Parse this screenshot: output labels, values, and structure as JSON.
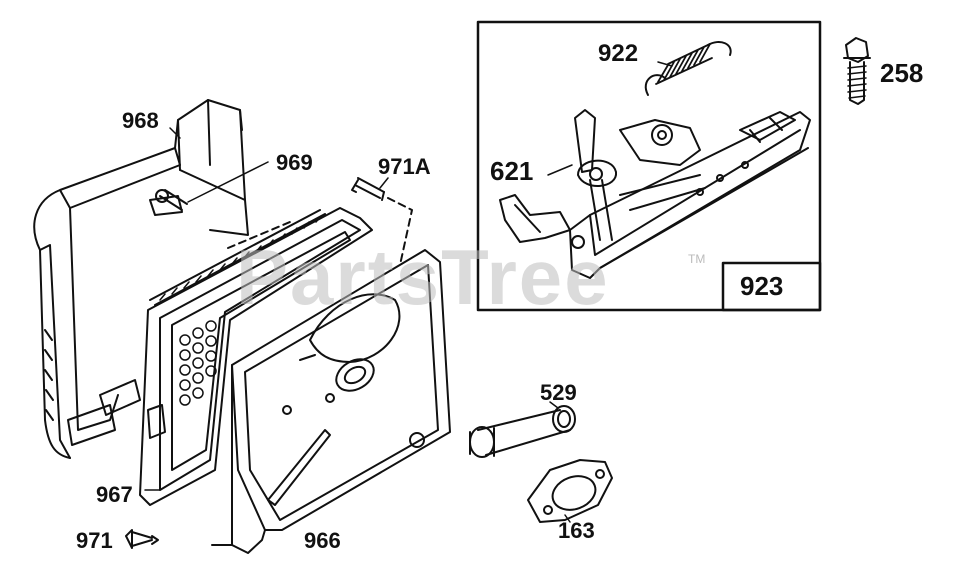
{
  "colors": {
    "ink": "#111111",
    "paper": "#ffffff",
    "watermark": "#bebebe"
  },
  "watermark": {
    "text": "PartsTree",
    "trademark": "TM"
  },
  "inset": {
    "box_label": "923"
  },
  "parts": [
    {
      "id": "p968",
      "label": "968"
    },
    {
      "id": "p969",
      "label": "969"
    },
    {
      "id": "p971A",
      "label": "971A"
    },
    {
      "id": "p967",
      "label": "967"
    },
    {
      "id": "p971",
      "label": "971"
    },
    {
      "id": "p966",
      "label": "966"
    },
    {
      "id": "p529",
      "label": "529"
    },
    {
      "id": "p163",
      "label": "163"
    },
    {
      "id": "p922",
      "label": "922"
    },
    {
      "id": "p621",
      "label": "621"
    },
    {
      "id": "p258",
      "label": "258"
    }
  ]
}
